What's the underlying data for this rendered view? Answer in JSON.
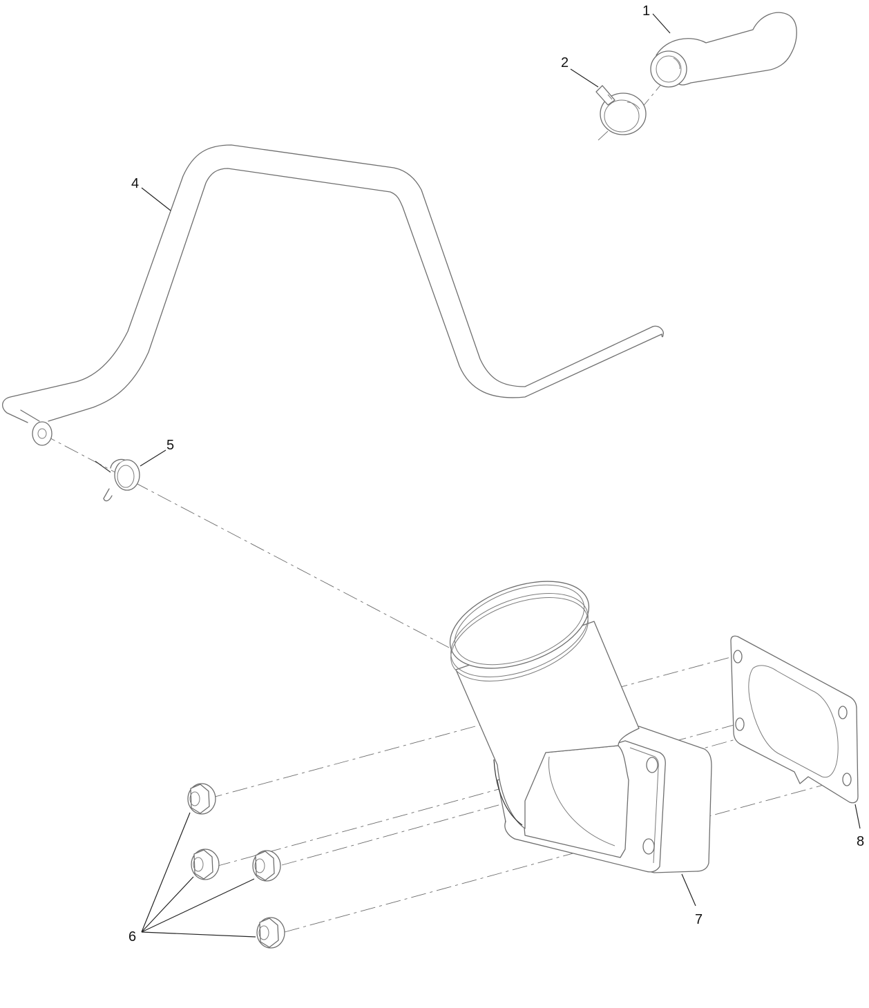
{
  "diagram": {
    "type": "exploded-parts-diagram",
    "background": "#ffffff",
    "line_color": "#6e6e6e",
    "callouts": [
      {
        "id": "1",
        "label": "1",
        "part": "hose-elbow"
      },
      {
        "id": "2",
        "label": "2",
        "part": "hose-clamp-large"
      },
      {
        "id": "4",
        "label": "4",
        "part": "hose-long-bent"
      },
      {
        "id": "5",
        "label": "5",
        "part": "hose-clamp-small"
      },
      {
        "id": "6",
        "label": "6",
        "part": "flange-nut",
        "quantity_shown": 4
      },
      {
        "id": "7",
        "label": "7",
        "part": "elbow-pipe-with-flange"
      },
      {
        "id": "8",
        "label": "8",
        "part": "gasket"
      }
    ]
  }
}
